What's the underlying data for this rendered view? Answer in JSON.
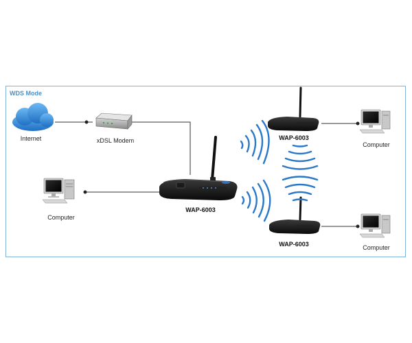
{
  "title": "WDS Mode",
  "nodes": {
    "internet": "Internet",
    "modem": "xDSL Modem",
    "computer_left": "Computer",
    "ap_center": "WAP-6003",
    "ap_top": "WAP-6003",
    "ap_bottom": "WAP-6003",
    "computer_top_right": "Computer",
    "computer_bottom_right": "Computer"
  },
  "colors": {
    "frame": "#7fb2d9",
    "title": "#4a8fc9",
    "wave": "#2a78c8",
    "cloud": "#3a8ee0",
    "line": "#333333"
  }
}
